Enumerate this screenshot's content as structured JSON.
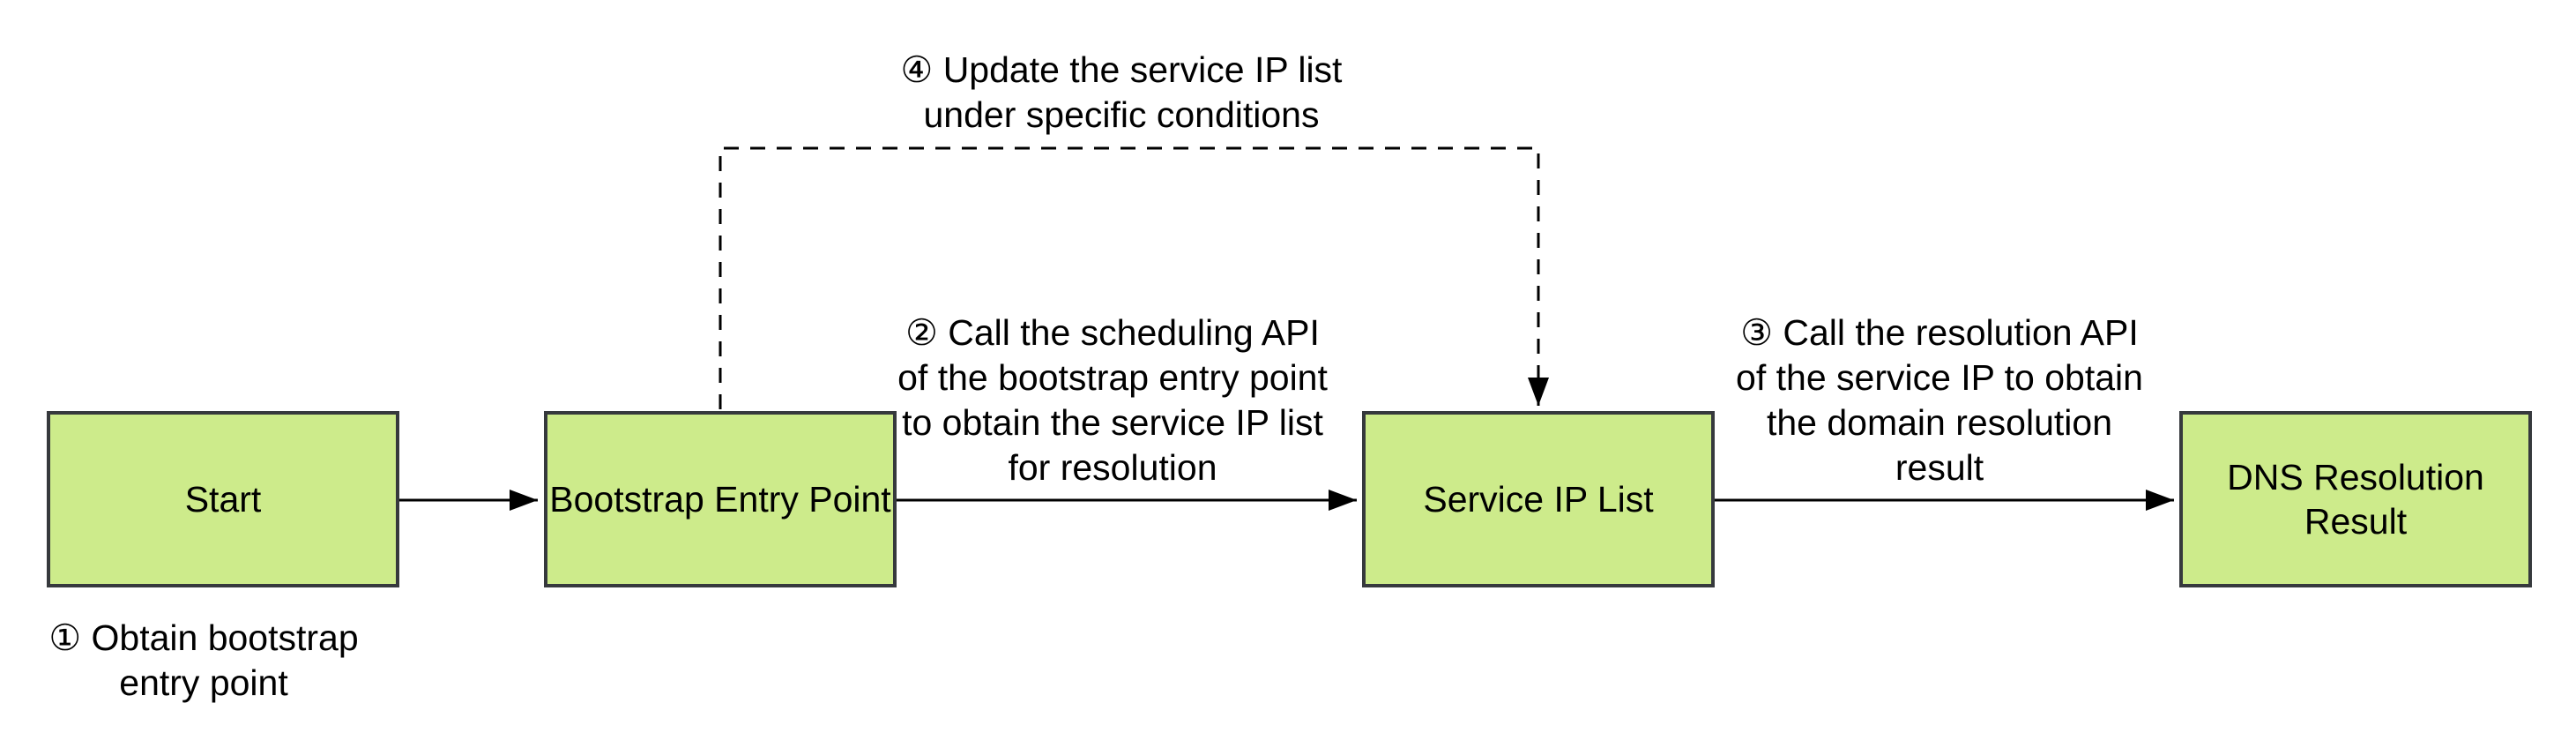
{
  "diagram": {
    "background": "#ffffff",
    "colors": {
      "background": "#ffffff",
      "node_fill": "#cdeb8b",
      "node_border": "#36393d",
      "edge": "#000000",
      "text": "#000000"
    },
    "nodes": [
      {
        "id": "start",
        "label": "Start"
      },
      {
        "id": "bootstrap-entry-point",
        "label": "Bootstrap Entry Point"
      },
      {
        "id": "service-ip-list",
        "label": "Service IP List"
      },
      {
        "id": "dns-resolution-result",
        "label": "DNS Resolution Result"
      }
    ],
    "edges": [
      {
        "from": "start",
        "to": "bootstrap-entry-point",
        "style": "solid"
      },
      {
        "from": "bootstrap-entry-point",
        "to": "service-ip-list",
        "style": "solid"
      },
      {
        "from": "service-ip-list",
        "to": "dns-resolution-result",
        "style": "solid"
      },
      {
        "from": "bootstrap-entry-point",
        "to": "service-ip-list",
        "style": "dashed"
      }
    ],
    "annotations": [
      {
        "id": "step-1",
        "lines": [
          "① Obtain bootstrap",
          "entry point"
        ]
      },
      {
        "id": "step-2",
        "lines": [
          "② Call the scheduling API",
          "of the bootstrap entry point",
          "to obtain the service IP list",
          "for resolution"
        ]
      },
      {
        "id": "step-3",
        "lines": [
          "③ Call the resolution API",
          "of the service IP to obtain",
          "the domain resolution",
          "result"
        ]
      },
      {
        "id": "step-4",
        "lines": [
          "④ Update the service IP list",
          "under specific conditions"
        ]
      }
    ]
  }
}
